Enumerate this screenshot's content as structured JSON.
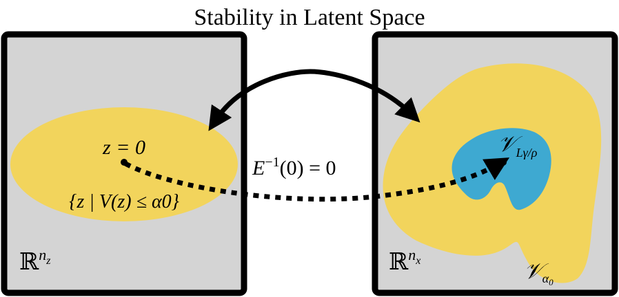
{
  "title": "Stability in Latent Space",
  "left_panel": {
    "origin_label": "z = 0",
    "sublevel_set_label": "{z | V(z) ≤ α0}",
    "space_label": {
      "base": "ℝ",
      "sup": "n",
      "sup_sub": "z"
    }
  },
  "right_panel": {
    "inner_set_label": {
      "script": "𝒱",
      "sub": "Lγ/ρ"
    },
    "outer_set_label": {
      "script": "𝒱",
      "sub": "α",
      "sub_sub": "0"
    },
    "space_label": {
      "base": "ℝ",
      "sup": "n",
      "sup_sub": "x"
    }
  },
  "mapping_label": {
    "prefix": "E",
    "sup": "−1",
    "suffix": "(0) = 0"
  },
  "colors": {
    "panel_fill": "#d4d4d4",
    "panel_border": "#000000",
    "yellow_region": "#f2d45c",
    "blue_region": "#3ea9d1",
    "text": "#000000"
  }
}
